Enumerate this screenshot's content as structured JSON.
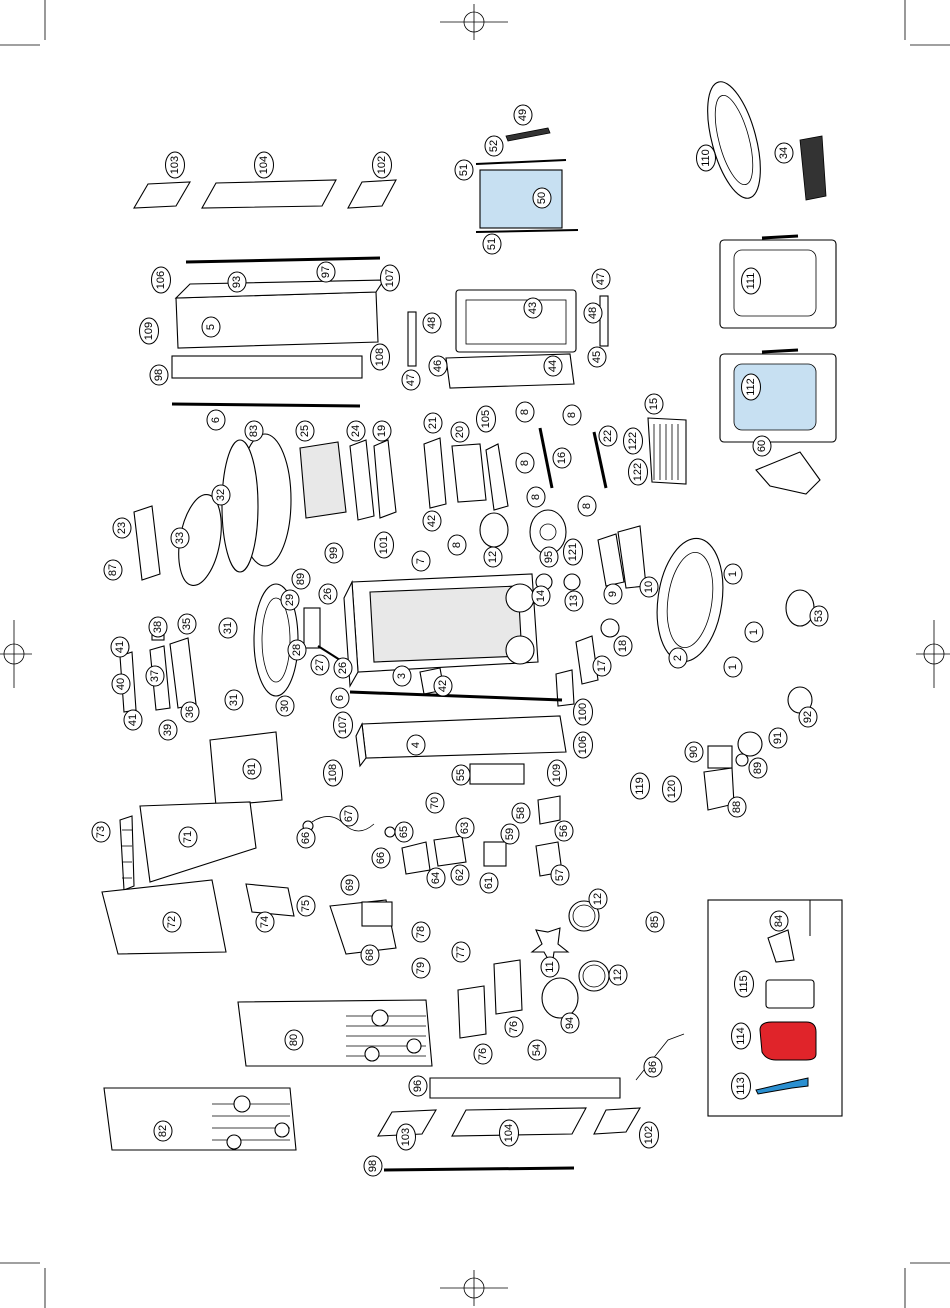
{
  "diagram": {
    "callouts": [
      {
        "id": "c103a",
        "text": "103"
      },
      {
        "id": "c104a",
        "text": "104"
      },
      {
        "id": "c102a",
        "text": "102"
      },
      {
        "id": "c49",
        "text": "49"
      },
      {
        "id": "c52",
        "text": "52"
      },
      {
        "id": "c51a",
        "text": "51"
      },
      {
        "id": "c50",
        "text": "50"
      },
      {
        "id": "c51b",
        "text": "51"
      },
      {
        "id": "c110",
        "text": "110"
      },
      {
        "id": "c34",
        "text": "34"
      },
      {
        "id": "c111",
        "text": "111"
      },
      {
        "id": "c112",
        "text": "112"
      },
      {
        "id": "c60",
        "text": "60"
      },
      {
        "id": "c106a",
        "text": "106"
      },
      {
        "id": "c93",
        "text": "93"
      },
      {
        "id": "c97",
        "text": "97"
      },
      {
        "id": "c107a",
        "text": "107"
      },
      {
        "id": "c109a",
        "text": "109"
      },
      {
        "id": "c5",
        "text": "5"
      },
      {
        "id": "c98a",
        "text": "98"
      },
      {
        "id": "c108a",
        "text": "108"
      },
      {
        "id": "c6a",
        "text": "6"
      },
      {
        "id": "c48a",
        "text": "48"
      },
      {
        "id": "c43",
        "text": "43"
      },
      {
        "id": "c48b",
        "text": "48"
      },
      {
        "id": "c47a",
        "text": "47"
      },
      {
        "id": "c47b",
        "text": "47"
      },
      {
        "id": "c46",
        "text": "46"
      },
      {
        "id": "c44",
        "text": "44"
      },
      {
        "id": "c45",
        "text": "45"
      },
      {
        "id": "c83",
        "text": "83"
      },
      {
        "id": "c25",
        "text": "25"
      },
      {
        "id": "c24",
        "text": "24"
      },
      {
        "id": "c19",
        "text": "19"
      },
      {
        "id": "c21",
        "text": "21"
      },
      {
        "id": "c20",
        "text": "20"
      },
      {
        "id": "c105",
        "text": "105"
      },
      {
        "id": "c8a",
        "text": "8"
      },
      {
        "id": "c8b",
        "text": "8"
      },
      {
        "id": "c8c",
        "text": "8"
      },
      {
        "id": "c8d",
        "text": "8"
      },
      {
        "id": "c8e",
        "text": "8"
      },
      {
        "id": "c16",
        "text": "16"
      },
      {
        "id": "c22",
        "text": "22"
      },
      {
        "id": "c15",
        "text": "15"
      },
      {
        "id": "c122a",
        "text": "122"
      },
      {
        "id": "c122b",
        "text": "122"
      },
      {
        "id": "c23",
        "text": "23"
      },
      {
        "id": "c33",
        "text": "33"
      },
      {
        "id": "c32",
        "text": "32"
      },
      {
        "id": "c42a",
        "text": "42"
      },
      {
        "id": "c12a",
        "text": "12"
      },
      {
        "id": "c95",
        "text": "95"
      },
      {
        "id": "c121",
        "text": "121"
      },
      {
        "id": "c9",
        "text": "9"
      },
      {
        "id": "c10",
        "text": "10"
      },
      {
        "id": "c1a",
        "text": "1"
      },
      {
        "id": "c1b",
        "text": "1"
      },
      {
        "id": "c1c",
        "text": "1"
      },
      {
        "id": "c2",
        "text": "2"
      },
      {
        "id": "c53",
        "text": "53"
      },
      {
        "id": "c87",
        "text": "87"
      },
      {
        "id": "c89a",
        "text": "89"
      },
      {
        "id": "c99",
        "text": "99"
      },
      {
        "id": "c101",
        "text": "101"
      },
      {
        "id": "c7",
        "text": "7"
      },
      {
        "id": "c8f",
        "text": "8"
      },
      {
        "id": "c14",
        "text": "14"
      },
      {
        "id": "c13",
        "text": "13"
      },
      {
        "id": "c18",
        "text": "18"
      },
      {
        "id": "c17",
        "text": "17"
      },
      {
        "id": "c29",
        "text": "29"
      },
      {
        "id": "c26a",
        "text": "26"
      },
      {
        "id": "c28",
        "text": "28"
      },
      {
        "id": "c27",
        "text": "27"
      },
      {
        "id": "c26b",
        "text": "26"
      },
      {
        "id": "c3",
        "text": "3"
      },
      {
        "id": "c42b",
        "text": "42"
      },
      {
        "id": "c6b",
        "text": "6"
      },
      {
        "id": "c100",
        "text": "100"
      },
      {
        "id": "c41a",
        "text": "41"
      },
      {
        "id": "c38",
        "text": "38"
      },
      {
        "id": "c35",
        "text": "35"
      },
      {
        "id": "c31a",
        "text": "31"
      },
      {
        "id": "c40",
        "text": "40"
      },
      {
        "id": "c37",
        "text": "37"
      },
      {
        "id": "c41b",
        "text": "41"
      },
      {
        "id": "c36",
        "text": "36"
      },
      {
        "id": "c39",
        "text": "39"
      },
      {
        "id": "c31b",
        "text": "31"
      },
      {
        "id": "c30",
        "text": "30"
      },
      {
        "id": "c107b",
        "text": "107"
      },
      {
        "id": "c4",
        "text": "4"
      },
      {
        "id": "c106b",
        "text": "106"
      },
      {
        "id": "c92",
        "text": "92"
      },
      {
        "id": "c81",
        "text": "81"
      },
      {
        "id": "c108b",
        "text": "108"
      },
      {
        "id": "c55",
        "text": "55"
      },
      {
        "id": "c109b",
        "text": "109"
      },
      {
        "id": "c90",
        "text": "90"
      },
      {
        "id": "c91",
        "text": "91"
      },
      {
        "id": "c89b",
        "text": "89"
      },
      {
        "id": "c88",
        "text": "88"
      },
      {
        "id": "c119",
        "text": "119"
      },
      {
        "id": "c120",
        "text": "120"
      },
      {
        "id": "c73",
        "text": "73"
      },
      {
        "id": "c71",
        "text": "71"
      },
      {
        "id": "c67",
        "text": "67"
      },
      {
        "id": "c66a",
        "text": "66"
      },
      {
        "id": "c66b",
        "text": "66"
      },
      {
        "id": "c65",
        "text": "65"
      },
      {
        "id": "c70",
        "text": "70"
      },
      {
        "id": "c63",
        "text": "63"
      },
      {
        "id": "c58",
        "text": "58"
      },
      {
        "id": "c59",
        "text": "59"
      },
      {
        "id": "c56",
        "text": "56"
      },
      {
        "id": "c64",
        "text": "64"
      },
      {
        "id": "c62",
        "text": "62"
      },
      {
        "id": "c61",
        "text": "61"
      },
      {
        "id": "c57",
        "text": "57"
      },
      {
        "id": "c72",
        "text": "72"
      },
      {
        "id": "c74",
        "text": "74"
      },
      {
        "id": "c75",
        "text": "75"
      },
      {
        "id": "c69",
        "text": "69"
      },
      {
        "id": "c68",
        "text": "68"
      },
      {
        "id": "c78",
        "text": "78"
      },
      {
        "id": "c77",
        "text": "77"
      },
      {
        "id": "c79",
        "text": "79"
      },
      {
        "id": "c12b",
        "text": "12"
      },
      {
        "id": "c11",
        "text": "11"
      },
      {
        "id": "c12c",
        "text": "12"
      },
      {
        "id": "c85",
        "text": "85"
      },
      {
        "id": "c84",
        "text": "84"
      },
      {
        "id": "c80",
        "text": "80"
      },
      {
        "id": "c76a",
        "text": "76"
      },
      {
        "id": "c76b",
        "text": "76"
      },
      {
        "id": "c94",
        "text": "94"
      },
      {
        "id": "c54",
        "text": "54"
      },
      {
        "id": "c86",
        "text": "86"
      },
      {
        "id": "c115",
        "text": "115"
      },
      {
        "id": "c114",
        "text": "114"
      },
      {
        "id": "c113",
        "text": "113"
      },
      {
        "id": "c82",
        "text": "82"
      },
      {
        "id": "c96",
        "text": "96"
      },
      {
        "id": "c103b",
        "text": "103"
      },
      {
        "id": "c104b",
        "text": "104"
      },
      {
        "id": "c102b",
        "text": "102"
      },
      {
        "id": "c98b",
        "text": "98"
      }
    ]
  },
  "colors": {
    "glove": "#e0242a",
    "brush_handle": "#2a8fd0",
    "glass": "#d9ecf7",
    "glass_blue": "#c7e0f2"
  },
  "icons": [
    "registration-mark-icon",
    "crop-mark-icon"
  ]
}
